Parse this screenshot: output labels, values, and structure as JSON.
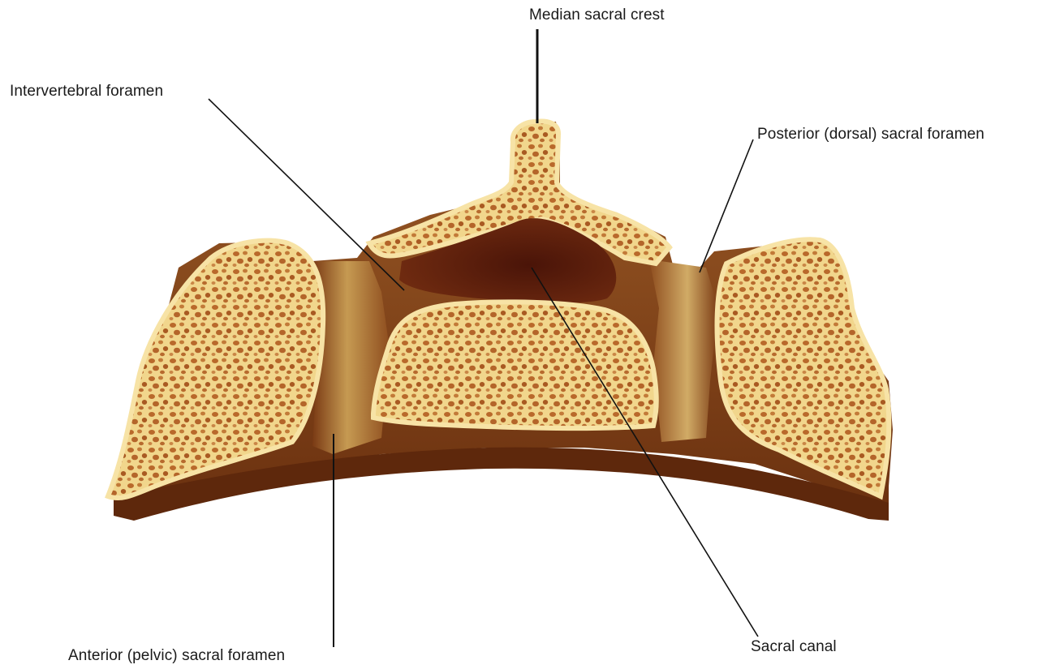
{
  "labels": {
    "median_sacral_crest": "Median sacral crest",
    "intervertebral_foramen": "Intervertebral foramen",
    "posterior_sacral_foramen": "Posterior (dorsal) sacral foramen",
    "anterior_sacral_foramen": "Anterior (pelvic) sacral foramen",
    "sacral_canal": "Sacral canal"
  },
  "colors": {
    "bone_light": "#f3dc98",
    "bone_pale": "#f8e8b8",
    "bone_dark": "#6e3412",
    "bone_mid": "#8b4a1e",
    "canal": "#5a1e0c",
    "pore": "#b0652a",
    "leader_line": "#111111"
  }
}
